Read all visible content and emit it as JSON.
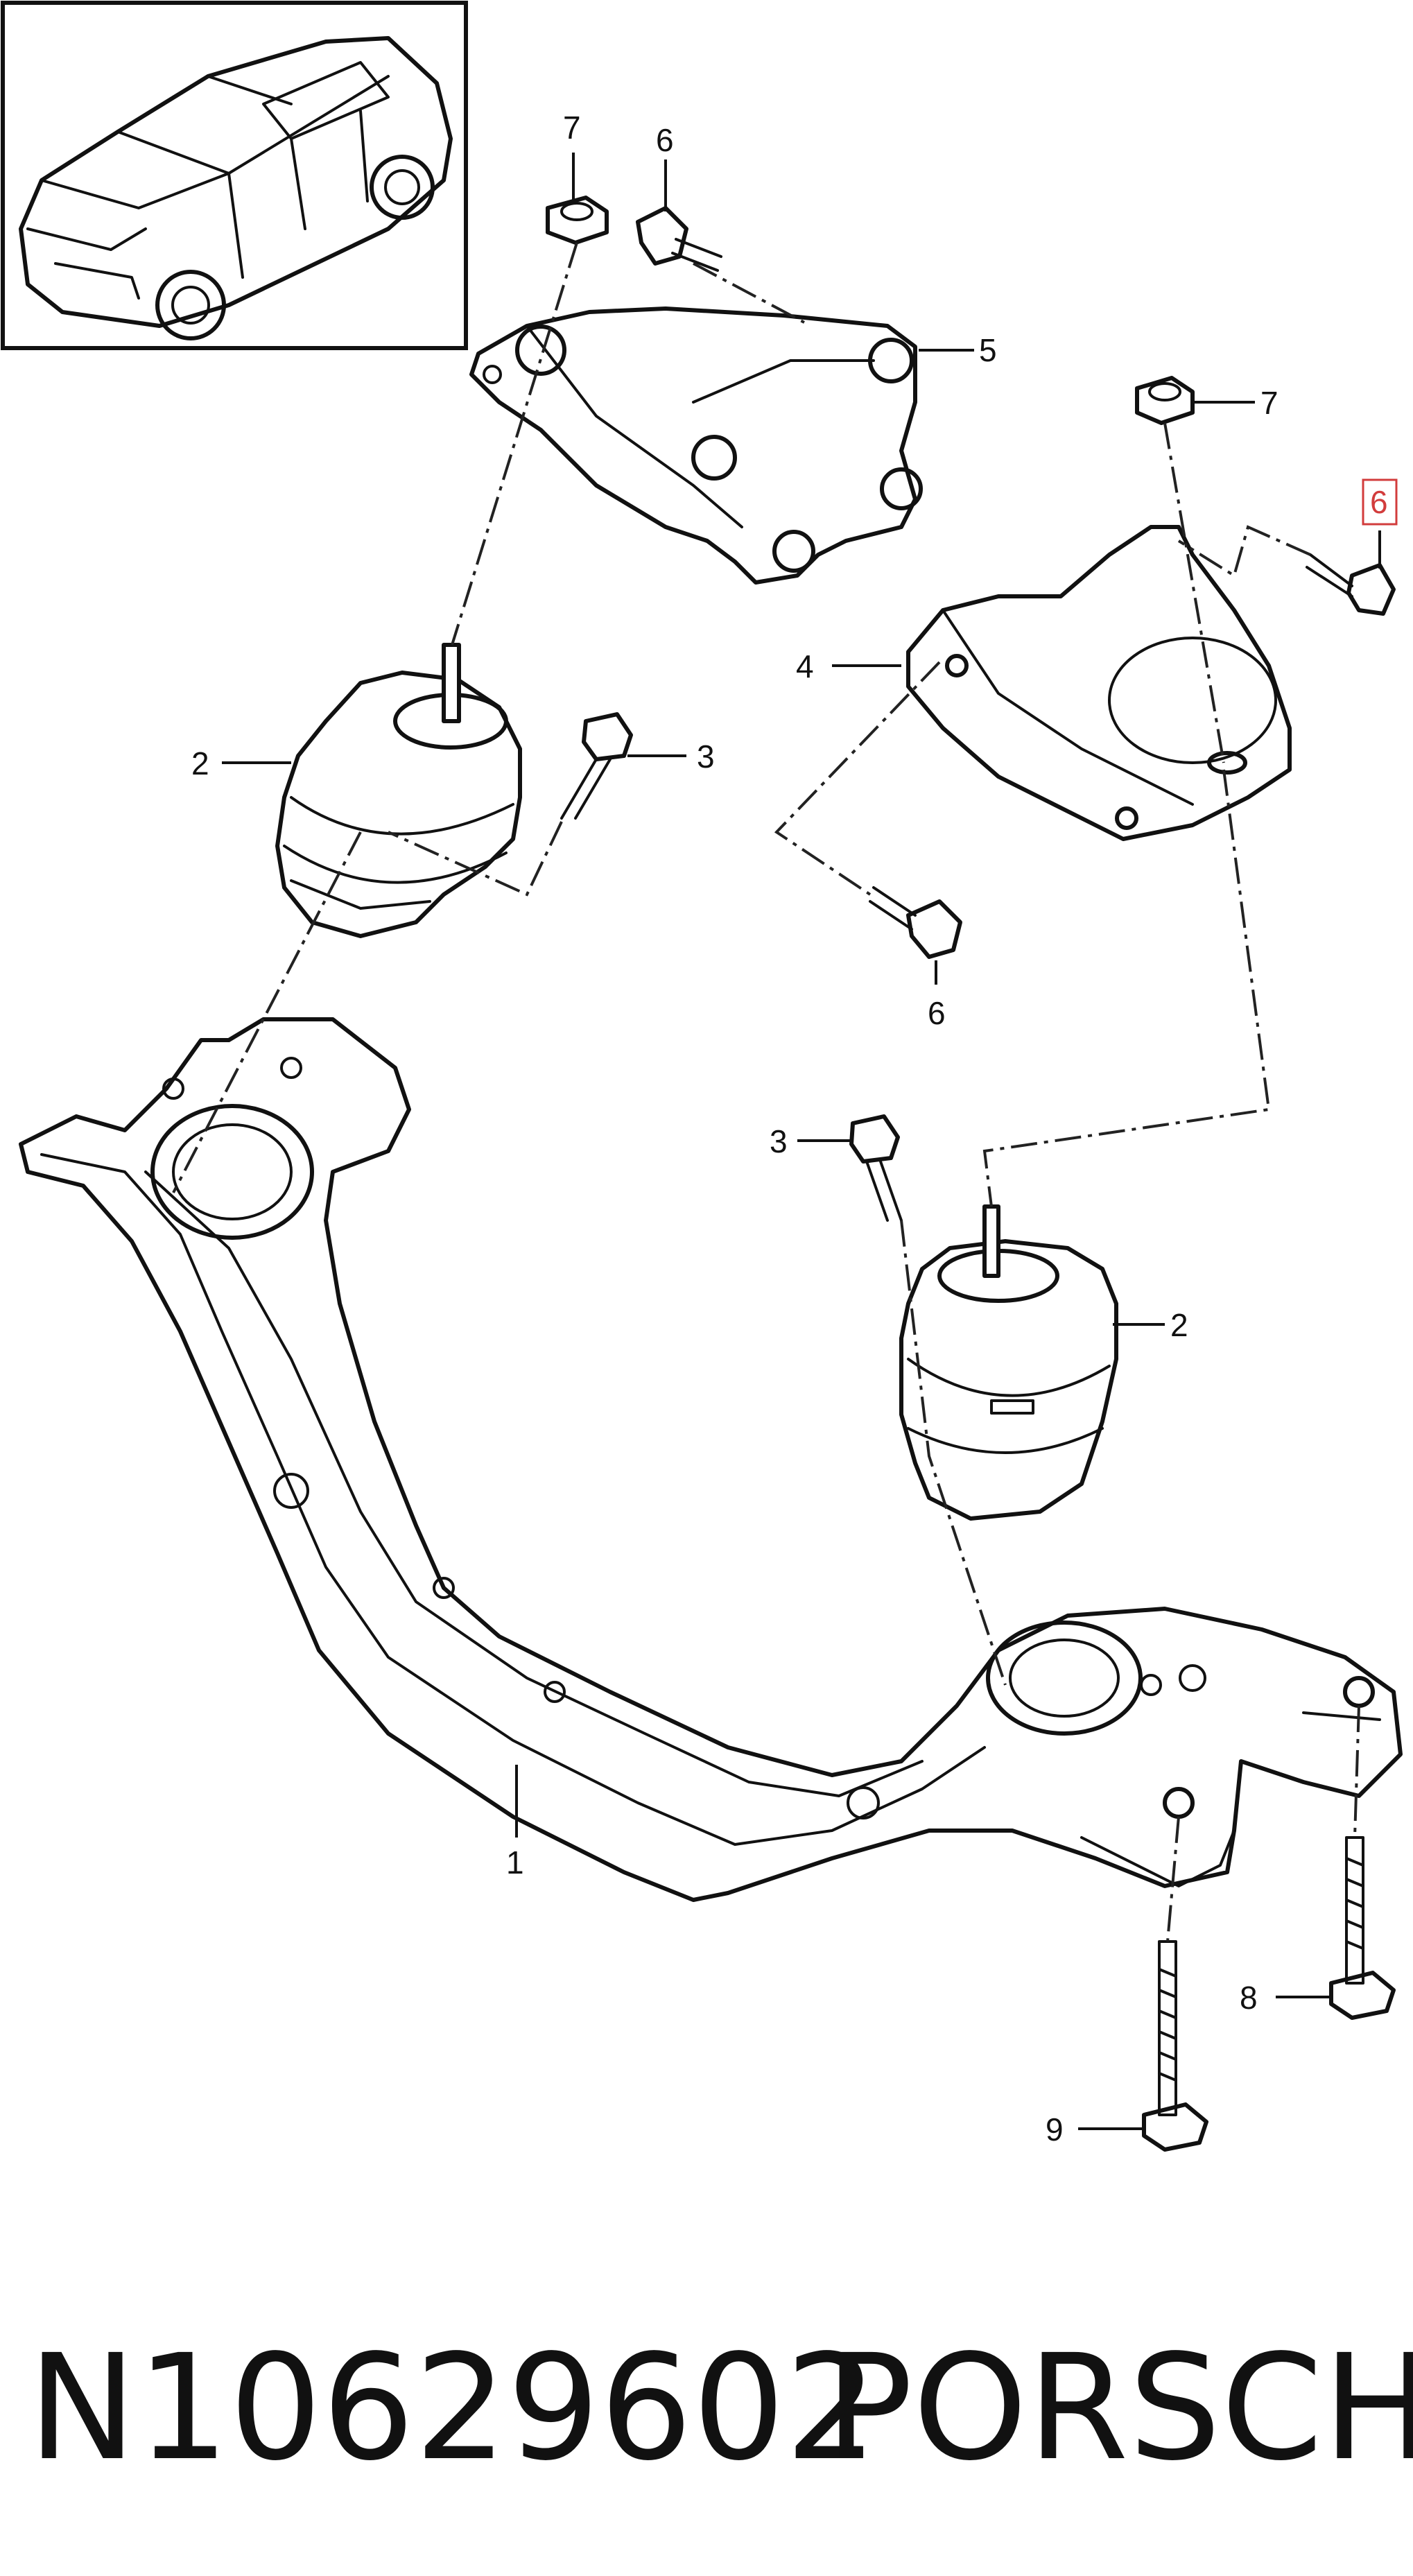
{
  "callouts": {
    "c7a": "7",
    "c6a": "6",
    "c5": "5",
    "c7b": "7",
    "c6b": "6",
    "c4": "4",
    "c2a": "2",
    "c3a": "3",
    "c6c": "6",
    "c3b": "3",
    "c2b": "2",
    "c1": "1",
    "c8": "8",
    "c9": "9"
  },
  "highlight_color": "#d23c3c",
  "footer": {
    "part_number": "N10629602",
    "brand": "PORSCHE"
  }
}
